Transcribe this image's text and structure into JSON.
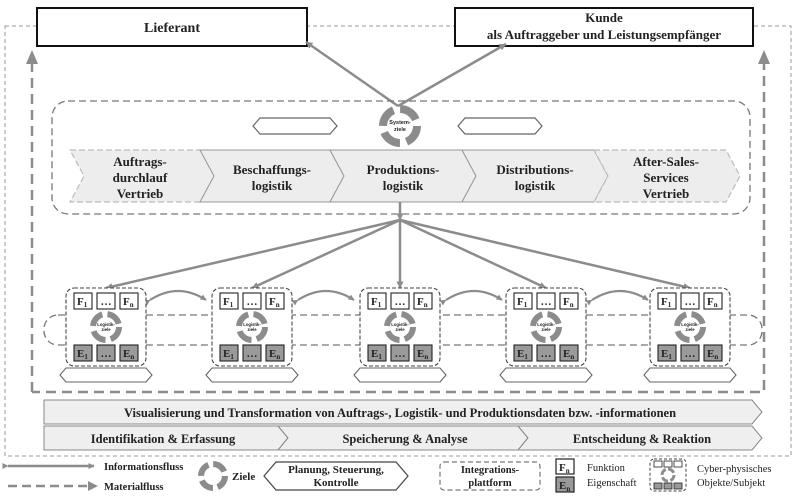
{
  "top": {
    "supplier": "Lieferant",
    "customer_line1": "Kunde",
    "customer_line2": "als Auftraggeber und Leistungsempfänger"
  },
  "system_goals": {
    "line1": "System-",
    "line2": "ziele"
  },
  "process_chain": [
    {
      "line1": "Auftrags-",
      "line2": "durchlauf",
      "line3": "Vertrieb"
    },
    {
      "line1": "Beschaffungs-",
      "line2": "logistik"
    },
    {
      "line1": "Produktions-",
      "line2": "logistik"
    },
    {
      "line1": "Distributions-",
      "line2": "logistik"
    },
    {
      "line1": "After-Sales-",
      "line2": "Services",
      "line3": "Vertrieb"
    }
  ],
  "cps_module": {
    "f_first": "F",
    "f_first_sub": "1",
    "f_last": "F",
    "f_last_sub": "n",
    "e_first": "E",
    "e_first_sub": "1",
    "e_last": "E",
    "e_last_sub": "n",
    "dots": "…",
    "goals_line1": "Logistik-",
    "goals_line2": "ziele"
  },
  "bottom_bars": {
    "top": "Visualisierung und Transformation von Auftrags-, Logistik- und Produktionsdaten bzw. -informationen",
    "steps": [
      "Identifikation & Erfassung",
      "Speicherung & Analyse",
      "Entscheidung & Reaktion"
    ]
  },
  "legend": {
    "info_flow": "Informationsfluss",
    "material_flow": "Materialfluss",
    "goals": "Ziele",
    "planning_line1": "Planung, Steuerung,",
    "planning_line2": "Kontrolle",
    "integration_line1": "Integrations-",
    "integration_line2": "plattform",
    "function_symbol": "F",
    "function_symbol_sub": "n",
    "property_symbol": "E",
    "property_symbol_sub": "n",
    "function": "Funktion",
    "property": "Eigenschaft",
    "cps_line1": "Cyber-physisches",
    "cps_line2": "Objekte/Subjekt"
  },
  "colors": {
    "arrow": "#8c8c8c",
    "chevron_fill": "#ededed",
    "bar_fill": "#efefef",
    "e_box_fill": "#9a9a9a",
    "goal_ring": "#8c8c8c"
  }
}
